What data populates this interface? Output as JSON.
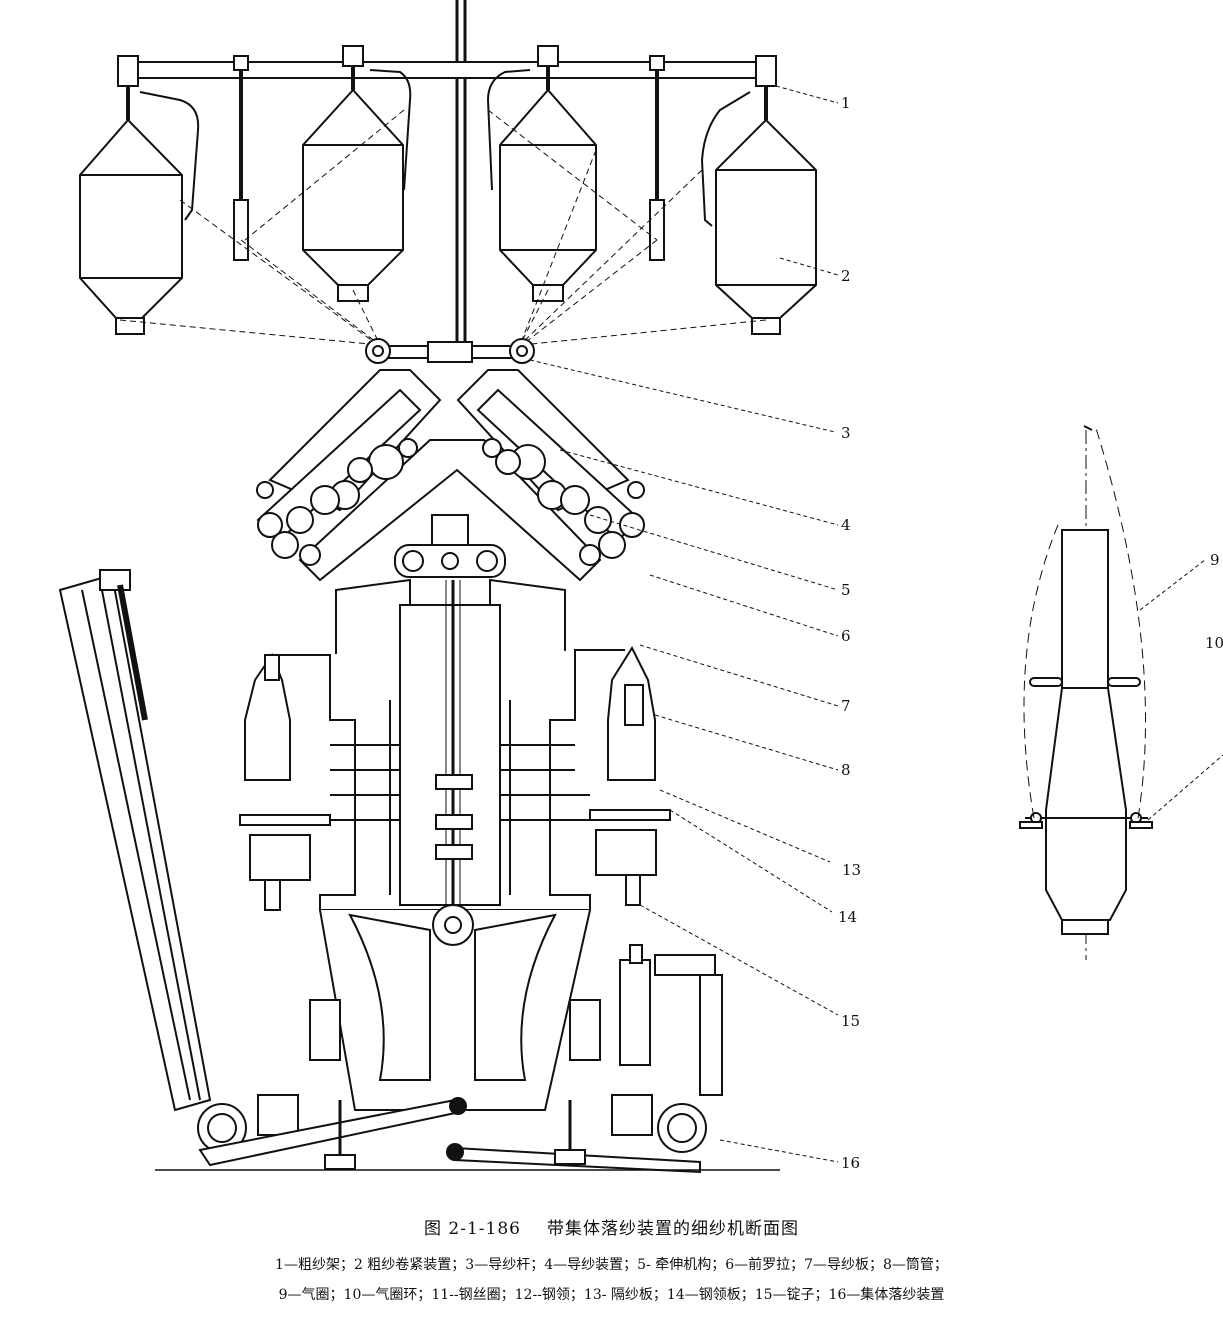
{
  "figure": {
    "number": "图 2-1-186",
    "title": "带集体落纱装置的细纱机断面图",
    "legend_line1": "1—粗纱架；2 粗纱卷紧装置；3—导纱杆；4—导纱装置；5- 牵伸机构；6—前罗拉；7—导纱板；8—筒管；",
    "legend_line2": "9—气圈；10—气圈环；11--钢丝圈；12--钢领；13- 隔纱板；14—钢领板；15—锭子；16—集体落纱装置"
  },
  "callouts": {
    "c1": "1",
    "c2": "2",
    "c3": "3",
    "c4": "4",
    "c5": "5",
    "c6": "6",
    "c7": "7",
    "c8": "8",
    "c9": "9",
    "c10": "10",
    "c13": "13",
    "c14": "14",
    "c15": "15",
    "c16": "16"
  }
}
